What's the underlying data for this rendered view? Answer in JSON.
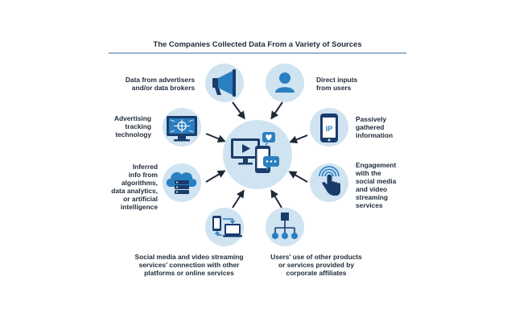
{
  "title": "The Companies Collected Data From a Variety of Sources",
  "colors": {
    "node_fill": "#cfe3f1",
    "icon_dark": "#1a3c6b",
    "icon_blue": "#2a7fc1",
    "arrow": "#1f2a38",
    "rule": "#9ab4cc"
  },
  "center": {
    "icon": "devices-icon"
  },
  "sources": [
    {
      "label": "Data from advertisers\nand/or data brokers",
      "icon": "megaphone-icon"
    },
    {
      "label": "Direct inputs\nfrom users",
      "icon": "user-icon"
    },
    {
      "label": "Passively\ngathered\ninformation",
      "icon": "phone-ip-icon",
      "icon_text": "IP"
    },
    {
      "label": "Engagement\nwith the\nsocial media\nand video\nstreaming\nservices",
      "icon": "touch-icon"
    },
    {
      "label": "Users' use of other products\nor services provided by\ncorporate affiliates",
      "icon": "network-hierarchy-icon"
    },
    {
      "label": "Social media and video streaming\nservices' connection with other\nplatforms or online services",
      "icon": "connected-devices-icon"
    },
    {
      "label": "Inferred\ninfo from\nalgorithms,\ndata analytics,\nor artificial\nintelligence",
      "icon": "cloud-server-icon"
    },
    {
      "label": "Advertising\ntracking\ntechnology",
      "icon": "monitor-crosshair-icon"
    }
  ]
}
